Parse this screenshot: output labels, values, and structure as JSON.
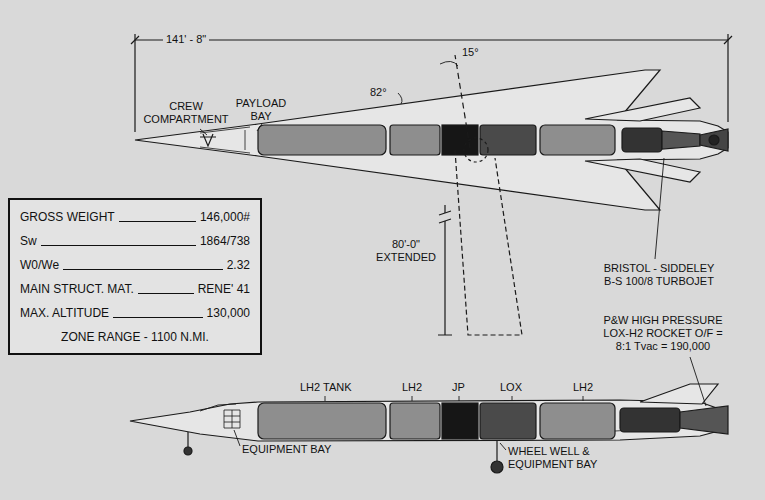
{
  "diagram": {
    "nodes": [
      {
        "text": [
          "GROSS WEIGHT",
          "146,000#",
          "Sw",
          "1864/738",
          "W0/We",
          "2.32",
          "MAIN STRUCT. MAT.",
          "RENE' 41",
          "MAX. ALTITUDE",
          "130,000",
          "ZONE RANGE - 1100 N.MI."
        ]
      }
    ],
    "labels": [
      "141' - 8\"",
      "15°",
      "82°",
      "CREW COMPARTMENT",
      "PAYLOAD BAY",
      "80'-0\" EXTENDED",
      "BRISTOL - SIDDELEY B-S 100/8 TURBOJET",
      "P&W HIGH PRESSURE LOX-H2 ROCKET O/F = 8:1 Tvac = 190,000",
      "LH2 TANK",
      "LH2",
      "JP",
      "LOX",
      "LH2",
      "EQUIPMENT BAY",
      "WHEEL WELL & EQUIPMENT BAY"
    ]
  }
}
